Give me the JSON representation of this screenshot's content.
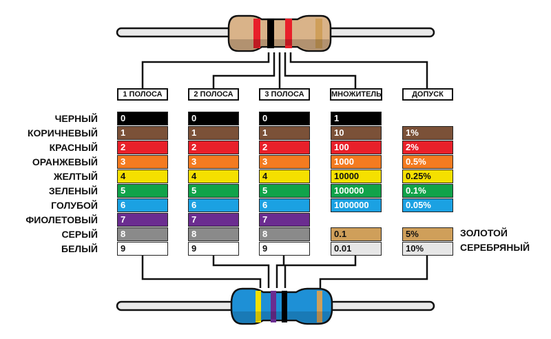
{
  "columns": [
    {
      "key": "band1",
      "header": "1 ПОЛОСА"
    },
    {
      "key": "band2",
      "header": "2 ПОЛОСА"
    },
    {
      "key": "band3",
      "header": "3 ПОЛОСА"
    },
    {
      "key": "multiplier",
      "header": "МНОЖИТЕЛЬ"
    },
    {
      "key": "tolerance",
      "header": "ДОПУСК"
    }
  ],
  "colors": [
    {
      "name": "ЧЕРНЫЙ",
      "hex": "#000000",
      "text": "#ffffff",
      "digit": "0",
      "multiplier": "1",
      "tolerance": ""
    },
    {
      "name": "КОРИЧНЕВЫЙ",
      "hex": "#7b5138",
      "text": "#ffffff",
      "digit": "1",
      "multiplier": "10",
      "tolerance": "1%"
    },
    {
      "name": "КРАСНЫЙ",
      "hex": "#e8202a",
      "text": "#ffffff",
      "digit": "2",
      "multiplier": "100",
      "tolerance": "2%"
    },
    {
      "name": "ОРАНЖЕВЫЙ",
      "hex": "#f47b20",
      "text": "#ffffff",
      "digit": "3",
      "multiplier": "1000",
      "tolerance": "0.5%"
    },
    {
      "name": "ЖЕЛТЫЙ",
      "hex": "#f5e000",
      "text": "#111111",
      "digit": "4",
      "multiplier": "10000",
      "tolerance": "0.25%"
    },
    {
      "name": "ЗЕЛЕНЫЙ",
      "hex": "#11a34a",
      "text": "#ffffff",
      "digit": "5",
      "multiplier": "100000",
      "tolerance": "0.1%"
    },
    {
      "name": "ГОЛУБОЙ",
      "hex": "#1ba1e2",
      "text": "#ffffff",
      "digit": "6",
      "multiplier": "1000000",
      "tolerance": "0.05%"
    },
    {
      "name": "ФИОЛЕТОВЫЙ",
      "hex": "#6b2d90",
      "text": "#ffffff",
      "digit": "7",
      "multiplier": "",
      "tolerance": ""
    },
    {
      "name": "СЕРЫЙ",
      "hex": "#8a8a8a",
      "text": "#ffffff",
      "digit": "8",
      "multiplier": "",
      "tolerance": ""
    },
    {
      "name": "БЕЛЫЙ",
      "hex": "#ffffff",
      "text": "#111111",
      "digit": "9",
      "multiplier": "",
      "tolerance": ""
    }
  ],
  "extras": [
    {
      "name": "ЗОЛОТОЙ",
      "hex": "#cf9f5a",
      "text": "#111111",
      "multiplier": "0.1",
      "tolerance": "5%"
    },
    {
      "name": "СЕРЕБРЯНЫЙ",
      "hex": "#e6e6e6",
      "text": "#111111",
      "multiplier": "0.01",
      "tolerance": "10%"
    }
  ],
  "resistor_top": {
    "body": "#d9b389",
    "bands": [
      "#e8202a",
      "#000000",
      "#e8202a",
      "#cf9f5a"
    ]
  },
  "resistor_bottom": {
    "body": "#1e90d6",
    "bands": [
      "#f5e000",
      "#6b2d90",
      "#000000",
      "#cf9f5a"
    ]
  }
}
